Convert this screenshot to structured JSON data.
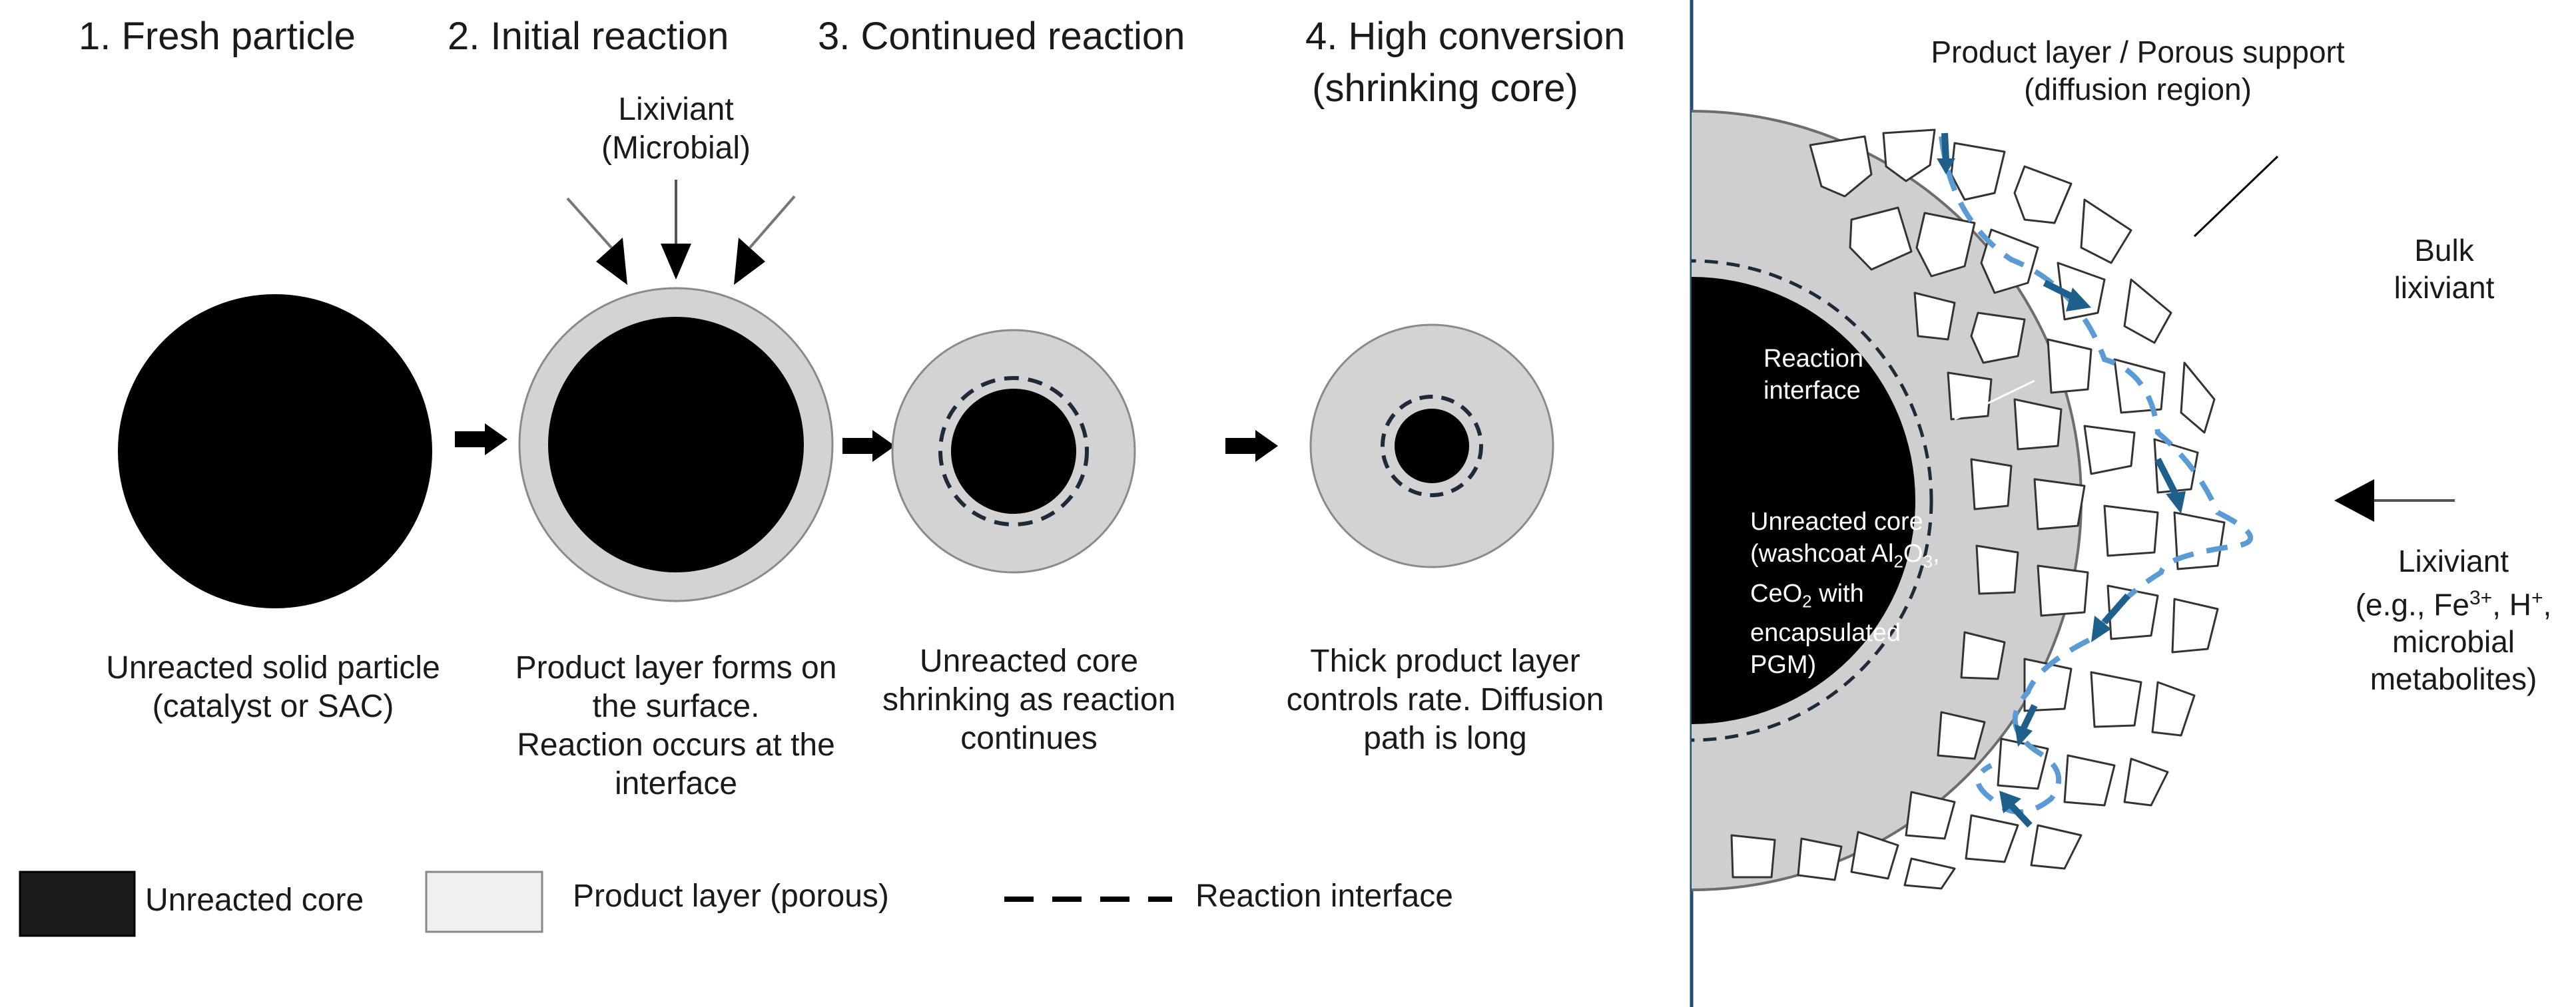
{
  "steps": [
    {
      "title": "1. Fresh particle",
      "caption": [
        "Unreacted solid particle",
        "(catalyst or SAC)"
      ]
    },
    {
      "title": "2. Initial reaction",
      "caption": [
        "Product layer forms on",
        "the surface.",
        "Reaction occurs at the",
        "interface"
      ]
    },
    {
      "title": "3. Continued reaction",
      "caption": [
        "Unreacted core",
        "shrinking as reaction",
        "continues"
      ]
    },
    {
      "title": [
        "4. High conversion",
        "(shrinking core)"
      ],
      "caption": [
        "Thick product layer",
        "controls rate. Diffusion",
        "path is long"
      ]
    }
  ],
  "lixiviant_top": [
    "Lixiviant",
    "(Microbial)"
  ],
  "legend": {
    "core": "Unreacted core",
    "product": "Product layer (porous)",
    "interface": "Reaction interface"
  },
  "zoom": {
    "product_layer": [
      "Product layer / Porous support",
      "(diffusion region)"
    ],
    "bulk": [
      "Bulk",
      "lixiviant"
    ],
    "reaction_interface": [
      "Reaction",
      "interface"
    ],
    "core_label": {
      "line1": "Unreacted core",
      "line2_pre": "(washcoat Al",
      "line2_sub1": "2",
      "line2_mid": "O",
      "line2_sub2": "3",
      "line2_post": ",",
      "line3_pre": "CeO",
      "line3_sub": "2",
      "line3_post": " with",
      "line4": "encapsulated",
      "line5": "PGM)"
    },
    "lixiviant": {
      "line1": "Lixiviant",
      "line2_pre": "(e.g., Fe",
      "line2_sup1": "3+",
      "line2_mid": ", H",
      "line2_sup2": "+",
      "line2_post": ",",
      "line3": "microbial",
      "line4": "metabolites)"
    }
  },
  "colors": {
    "core": "#000000",
    "product": "#d3d3d3",
    "legend_product": "#f0f0f0",
    "divider": "#1f4e79",
    "path_dash": "#5b9bd5",
    "path_arrow": "#1f5f8b"
  }
}
